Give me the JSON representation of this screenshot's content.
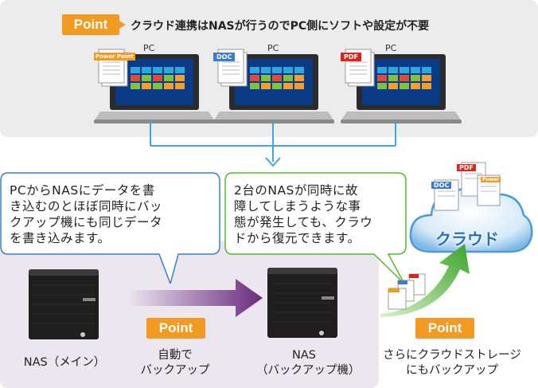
{
  "top": {
    "point_label": "Point",
    "headline": "クラウド連携はNASが行うのでPC側にソフトや設定が不要",
    "pcs": [
      {
        "label": "PC",
        "doc_tag": "Power Point",
        "tag_color": "#f39a22"
      },
      {
        "label": "PC",
        "doc_tag": "DOC",
        "tag_color": "#3d7cc9"
      },
      {
        "label": "PC",
        "doc_tag": "PDF",
        "tag_color": "#d9261c"
      }
    ]
  },
  "bubble_left": {
    "lines": [
      "PCからNASにデータを書",
      "き込むのとほぼ同時にバッ",
      "クアップ機にも同じデータ",
      "を書き込みます。"
    ]
  },
  "bubble_right": {
    "lines": [
      "2台のNASが同時に故",
      "障してしまうような事",
      "態が発生しても、クラウ",
      "ドから復元できます。"
    ]
  },
  "cloud": {
    "label": "クラウド",
    "doc_tags": [
      "DOC",
      "PDF",
      "Power"
    ]
  },
  "bottom": {
    "nas_main_label": "NAS（メイン）",
    "point1_label": "Point",
    "point1_caption": [
      "自動で",
      "バックアップ"
    ],
    "nas_backup_label": [
      "NAS",
      "（バックアップ機）"
    ],
    "point2_label": "Point",
    "point2_caption": [
      "さらにクラウドストレージ",
      "にもバックアップ"
    ]
  },
  "colors": {
    "accent_orange": "#f39a22",
    "connector_blue": "#41a6dd",
    "arrow_purple": "#6a2a7e",
    "arrow_green": "#5cb531",
    "cloud_blue": "#4d9ad8"
  }
}
